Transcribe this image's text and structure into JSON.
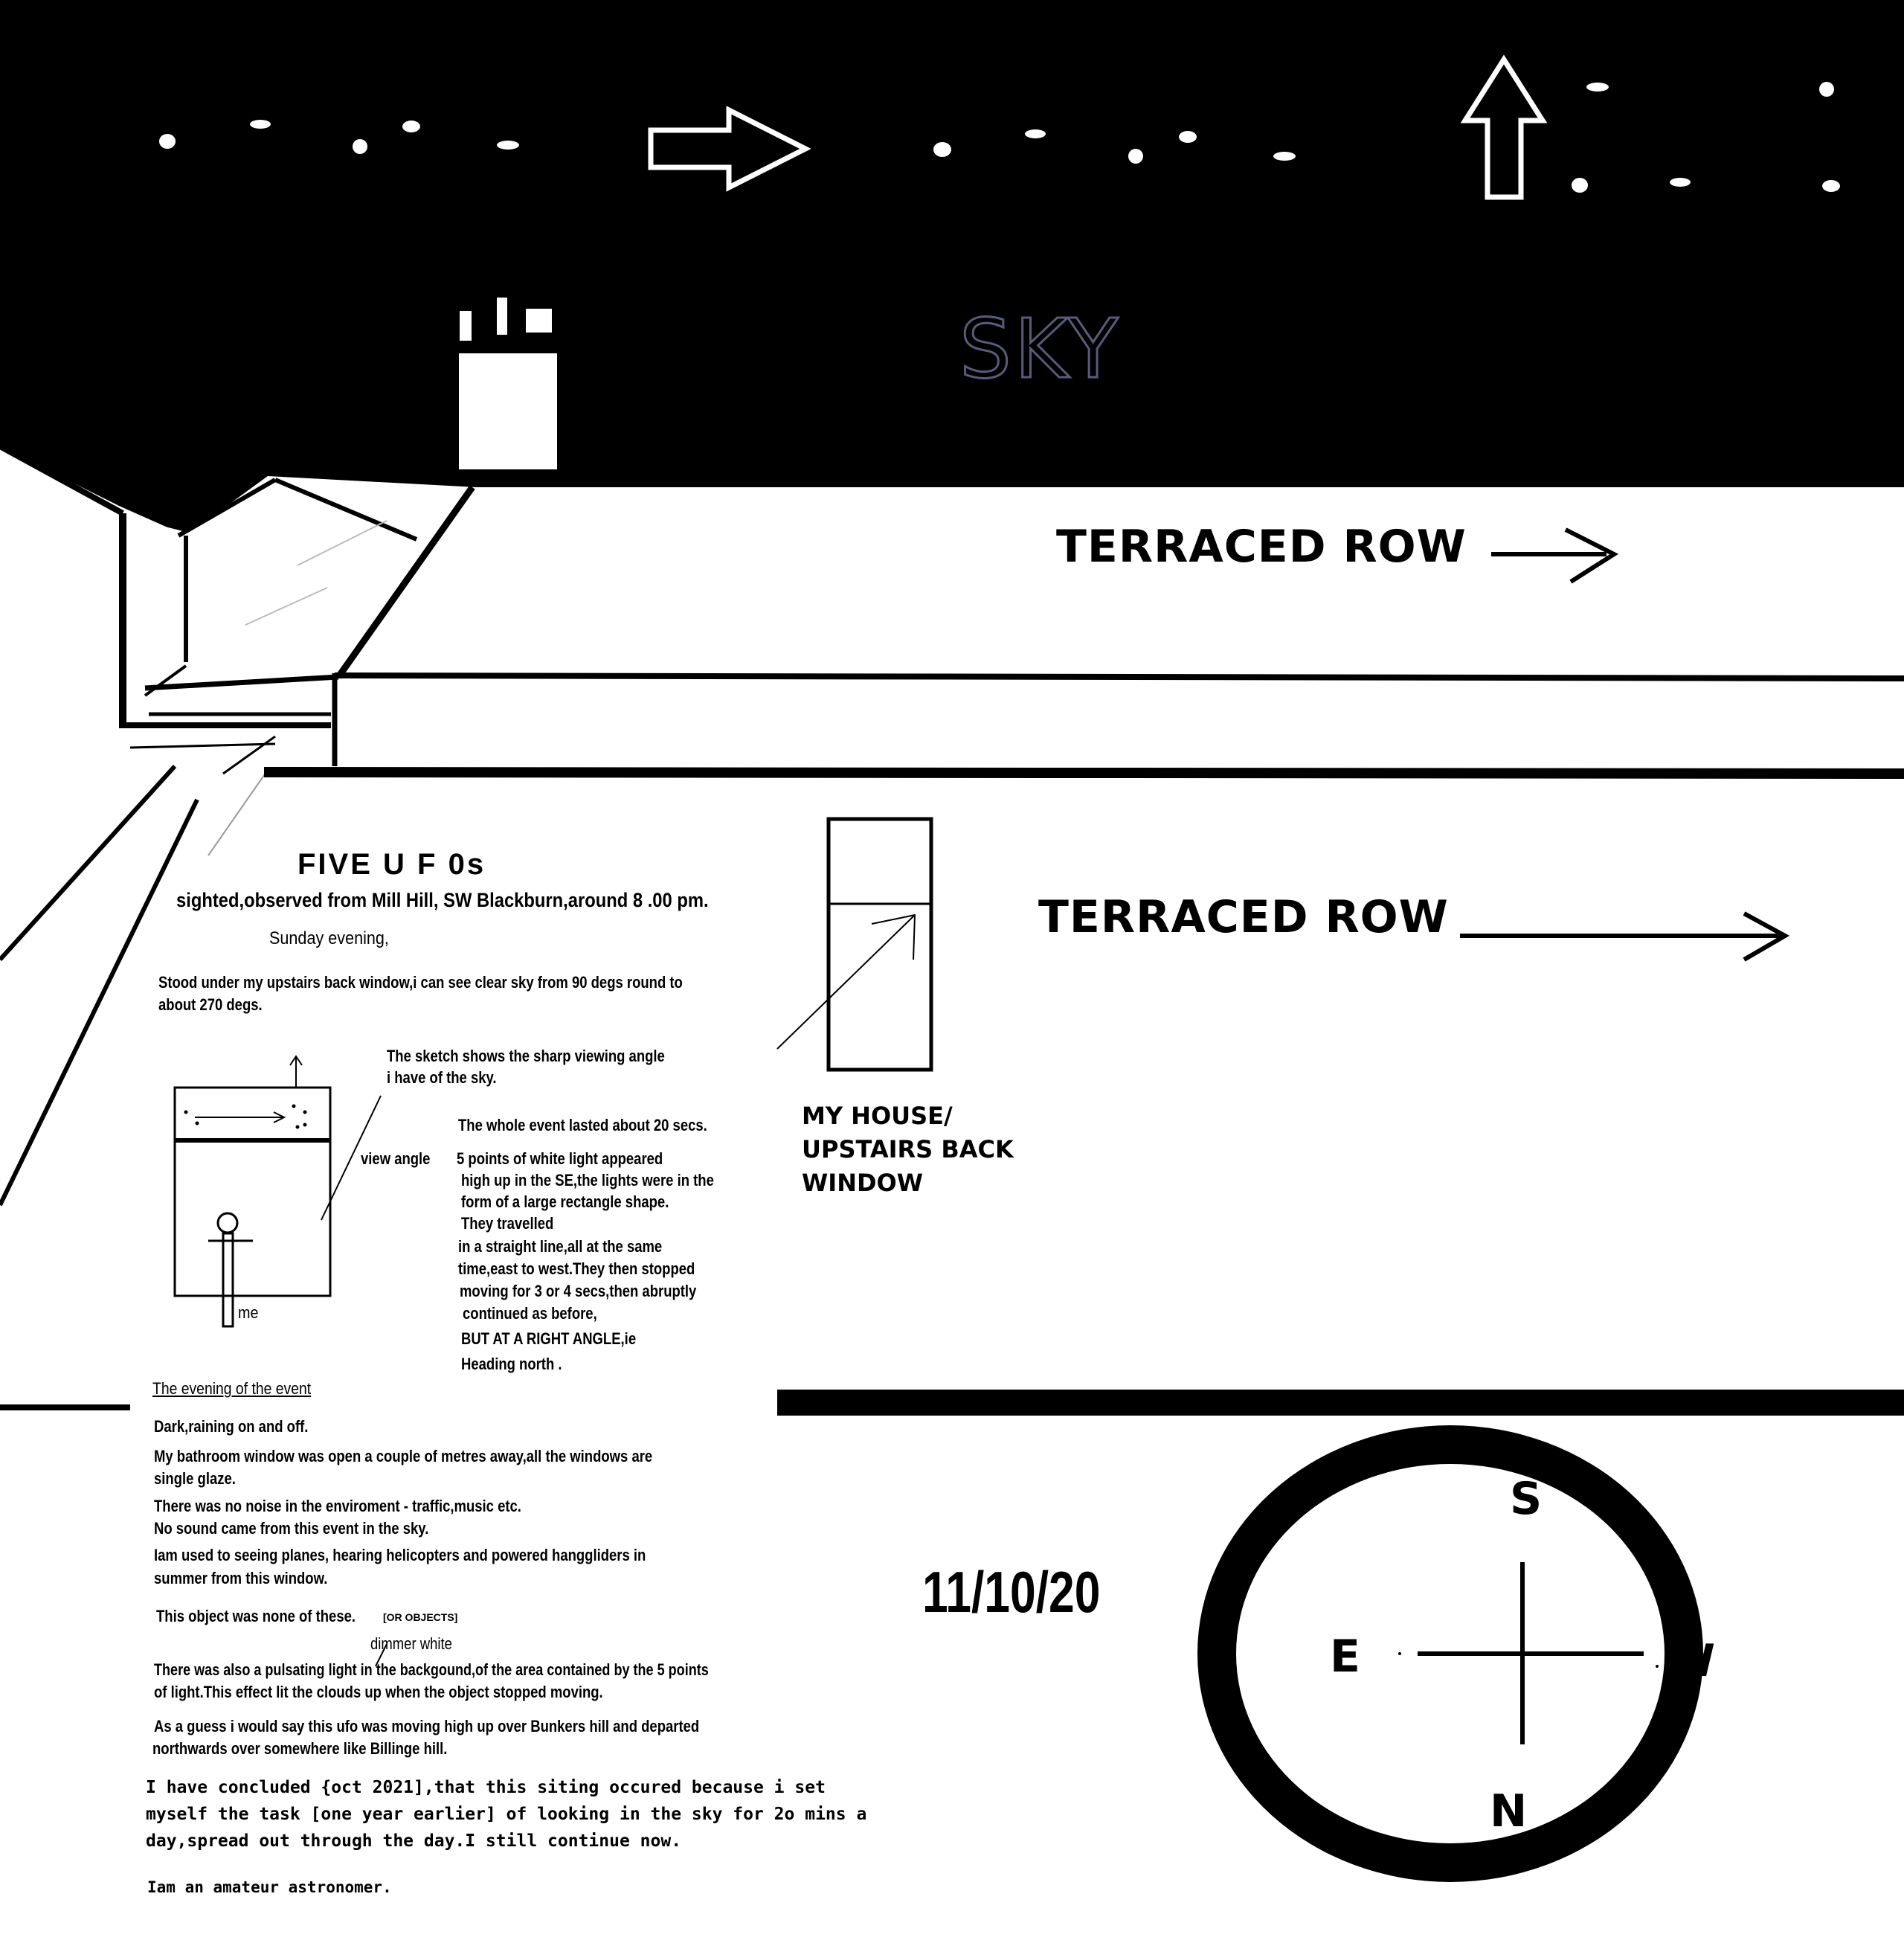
{
  "sky": {
    "label": "SKY"
  },
  "terraced_rows": [
    {
      "label": "TERRACED ROW"
    },
    {
      "label": "TERRACED ROW"
    }
  ],
  "house": {
    "label_lines": [
      "MY HOUSE/",
      "UPSTAIRS BACK",
      "WINDOW"
    ]
  },
  "report": {
    "title": "FIVE U F 0s",
    "subtitle": "sighted,observed from Mill Hill, SW Blackburn,around 8 .00 pm.",
    "day": "Sunday evening,",
    "intro": [
      "Stood under my upstairs back window,i can see clear sky from 90 degs round to",
      "about 270 degs."
    ],
    "sketch_caption": [
      "The sketch shows the sharp viewing angle",
      "i have of the sky."
    ],
    "view_angle": "view angle",
    "me_label": "me",
    "duration": "The whole event lasted about 20 secs.",
    "description": [
      "5 points of white light appeared",
      "high up in the SE,the lights were in the",
      "form of a large rectangle shape.",
      "They travelled",
      "in a straight line,all at the same",
      "time,east to west.They then stopped",
      "moving for 3 or 4 secs,then abruptly",
      "continued as before,",
      "BUT AT A RIGHT ANGLE,ie",
      "Heading north ."
    ],
    "evening_heading": "The evening of the event",
    "weather": "Dark,raining on and off.",
    "bathroom": [
      "My bathroom window was open a couple of metres away,all the windows are",
      "single glaze."
    ],
    "noise": [
      "There was no noise in the enviroment - traffic,music etc.",
      "No sound came from this event in the sky."
    ],
    "planes": [
      "Iam used to seeing planes, hearing helicopters and powered hanggliders in",
      "summer   from this window."
    ],
    "none_of_these": "This object was none of these.",
    "or_objects": "[OR OBJECTS]",
    "dimmer_white": "dimmer white",
    "pulsating": [
      "There was also a pulsating light in the backgound,of the area contained by the 5 points",
      "of light.This effect lit the clouds up when the object stopped moving."
    ],
    "guess": [
      "As a guess i would say this ufo was moving high up over Bunkers hill and departed",
      "northwards over somewhere like Billinge hill."
    ],
    "conclusion": [
      "I have concluded {oct 2021],that this siting occured because i set",
      "myself the task [one year earlier] of looking in the sky for 2o mins a",
      "day,spread out through the day.I still continue now."
    ],
    "astronomer": "Iam an amateur astronomer."
  },
  "date": "11/10/20",
  "compass": {
    "north": "N",
    "south": "S",
    "east": "E",
    "west": "W"
  },
  "colors": {
    "sky": "#000000",
    "paper": "#ffffff",
    "ink": "#000000",
    "light": "#ffffff"
  }
}
